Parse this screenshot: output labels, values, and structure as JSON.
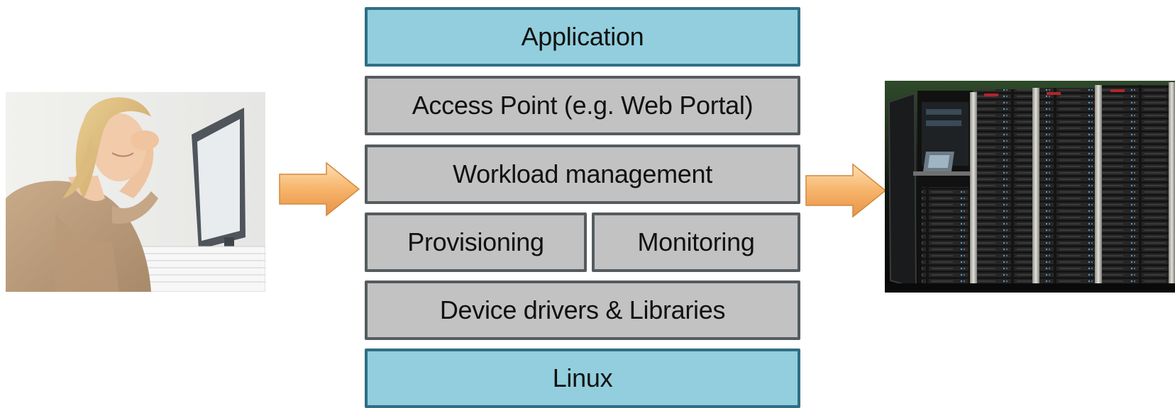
{
  "stack": {
    "application": "Application",
    "access_point": "Access Point (e.g. Web Portal)",
    "workload": "Workload management",
    "provisioning": "Provisioning",
    "monitoring": "Monitoring",
    "drivers": "Device drivers & Libraries",
    "linux": "Linux"
  },
  "colors": {
    "blue_layer": "#92cedd",
    "gray_layer": "#c2c2c2",
    "arrow": "#f5b56a"
  },
  "images": {
    "left": "stressed-user-photo",
    "right": "server-racks-photo"
  }
}
